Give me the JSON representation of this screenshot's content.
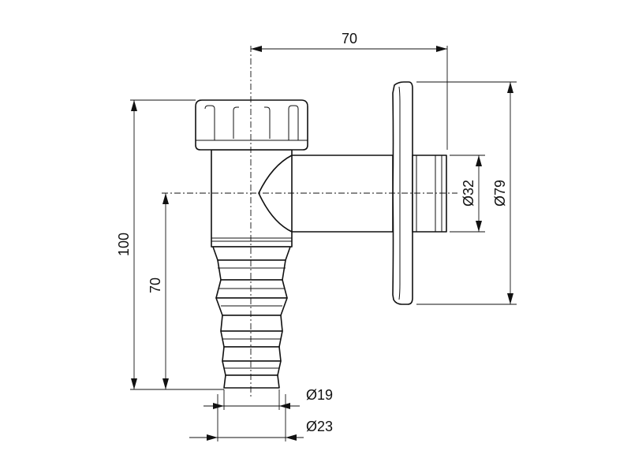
{
  "dimensions": {
    "horizontal_length": "70",
    "total_height": "100",
    "outlet_height": "70",
    "pipe_diameter": "Ø32",
    "flange_diameter": "Ø79",
    "hose_inner": "Ø19",
    "hose_outer": "Ø23"
  }
}
